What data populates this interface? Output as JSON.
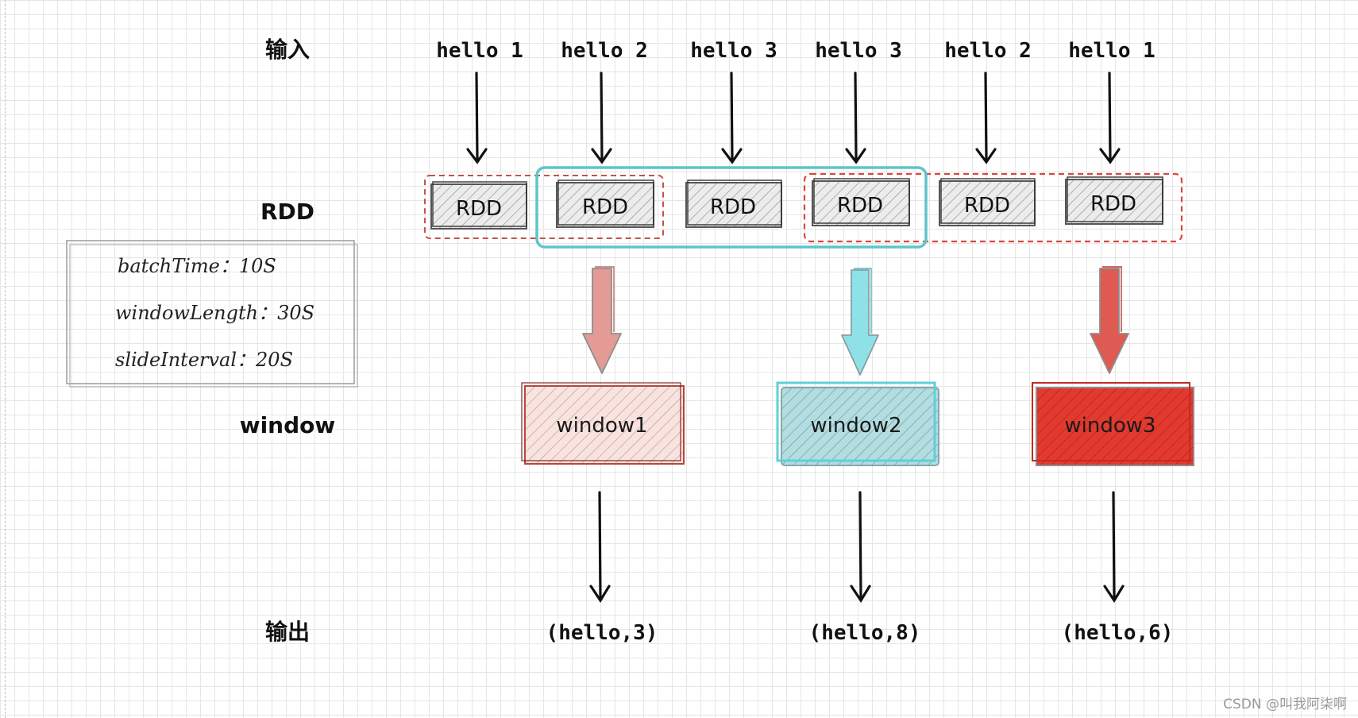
{
  "labels": {
    "input": "输入",
    "rdd": "RDD",
    "window": "window",
    "output": "输出"
  },
  "inputs": [
    "hello 1",
    "hello 2",
    "hello 3",
    "hello 3",
    "hello 2",
    "hello 1"
  ],
  "rdds": [
    "RDD",
    "RDD",
    "RDD",
    "RDD",
    "RDD",
    "RDD"
  ],
  "params": [
    "batchTime：10S",
    "windowLength：30S",
    "slideInterval：20S"
  ],
  "windows": [
    {
      "label": "window1",
      "color": "#f3c9c3",
      "stroke": "#b5473b"
    },
    {
      "label": "window2",
      "color": "#a9dbe0",
      "stroke": "#5fd0d8"
    },
    {
      "label": "window3",
      "color": "#e0362b",
      "stroke": "#c42a20"
    }
  ],
  "outputs": [
    "(hello,3)",
    "(hello,8)",
    "(hello,6)"
  ],
  "colors": {
    "window1_group": "#c05545",
    "window2_group": "#5cc6cc",
    "window3_group": "#d9473c",
    "arrow1": "#e49a95",
    "arrow2": "#8fe1e8",
    "arrow3": "#df5a52"
  },
  "watermark": "CSDN @叫我阿柒啊"
}
